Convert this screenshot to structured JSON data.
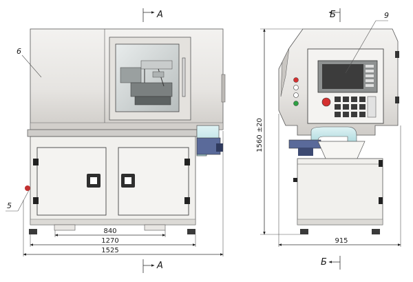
{
  "section_marks": {
    "a_top": "А",
    "a_bottom": "А",
    "b_top": "Б",
    "b_bottom": "Б"
  },
  "callouts": {
    "c6": "6",
    "c5": "5",
    "c9": "9"
  },
  "dimensions": {
    "d840": "840",
    "d1270": "1270",
    "d1525": "1525",
    "d915": "915",
    "d1560": "1560 ±20"
  },
  "colors": {
    "housing": "#e9e7e4",
    "housing_shadow": "#c9c6c2",
    "frame": "#f2f1ee",
    "screen": "#3c3c3c",
    "accent_blue": "#5a6a9a",
    "lamp_red": "#d43030",
    "lamp_green": "#2ea043"
  }
}
